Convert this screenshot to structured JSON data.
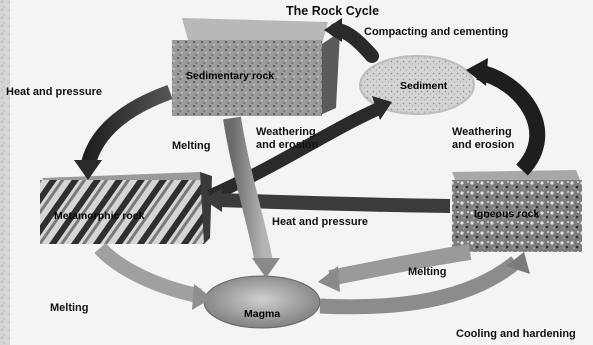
{
  "title": "The Rock Cycle",
  "nodes": {
    "sedimentary": "Sedimentary rock",
    "sediment": "Sediment",
    "metamorphic": "Metamorphic rock",
    "igneous": "Igneous rock",
    "magma": "Magma"
  },
  "processes": {
    "compacting": "Compacting and cementing",
    "heat_pressure_left": "Heat and pressure",
    "melting_top": "Melting",
    "weathering_center_1": "Weathering",
    "weathering_center_2": "and erosion",
    "weathering_right_1": "Weathering",
    "weathering_right_2": "and erosion",
    "heat_pressure_center": "Heat and pressure",
    "melting_right": "Melting",
    "melting_left": "Melting",
    "cooling": "Cooling and hardening"
  }
}
